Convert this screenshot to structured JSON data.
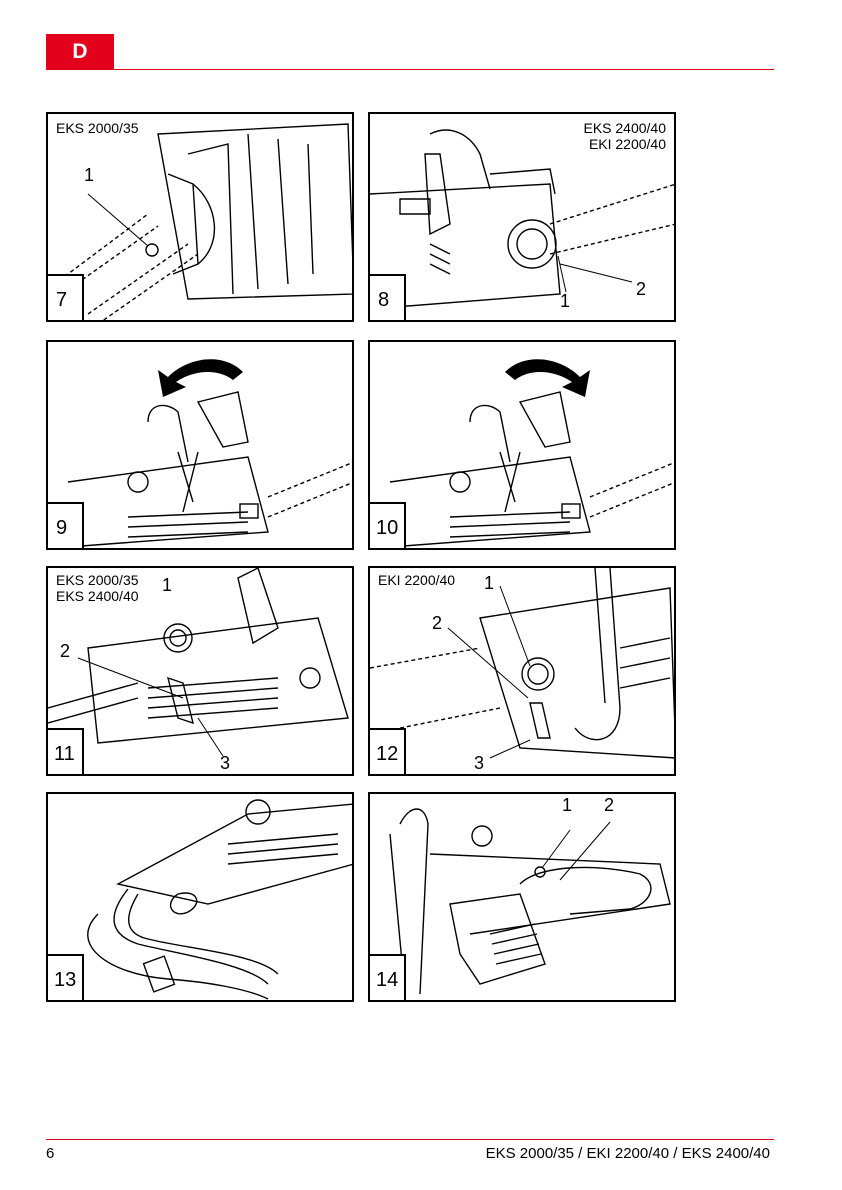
{
  "header": {
    "lang_tab": "D"
  },
  "footer": {
    "page_number": "6",
    "title": "EKS 2000/35 / EKI 2200/40 / EKS 2400/40"
  },
  "figures": {
    "fig7": {
      "number": "7",
      "model_lines": [
        "EKS 2000/35"
      ],
      "callouts": [
        "1"
      ]
    },
    "fig8": {
      "number": "8",
      "model_lines": [
        "EKS 2400/40",
        "EKI 2200/40"
      ],
      "callouts": [
        "1",
        "2"
      ]
    },
    "fig9": {
      "number": "9",
      "model_lines": [],
      "callouts": []
    },
    "fig10": {
      "number": "10",
      "model_lines": [],
      "callouts": []
    },
    "fig11": {
      "number": "11",
      "model_lines": [
        "EKS 2000/35",
        "EKS 2400/40"
      ],
      "callouts": [
        "1",
        "2",
        "3"
      ]
    },
    "fig12": {
      "number": "12",
      "model_lines": [
        "EKI 2200/40"
      ],
      "callouts": [
        "1",
        "2",
        "3"
      ]
    },
    "fig13": {
      "number": "13",
      "model_lines": [],
      "callouts": []
    },
    "fig14": {
      "number": "14",
      "model_lines": [],
      "callouts": [
        "1",
        "2"
      ]
    }
  },
  "colors": {
    "accent": "#e3001b",
    "line": "#000000"
  }
}
